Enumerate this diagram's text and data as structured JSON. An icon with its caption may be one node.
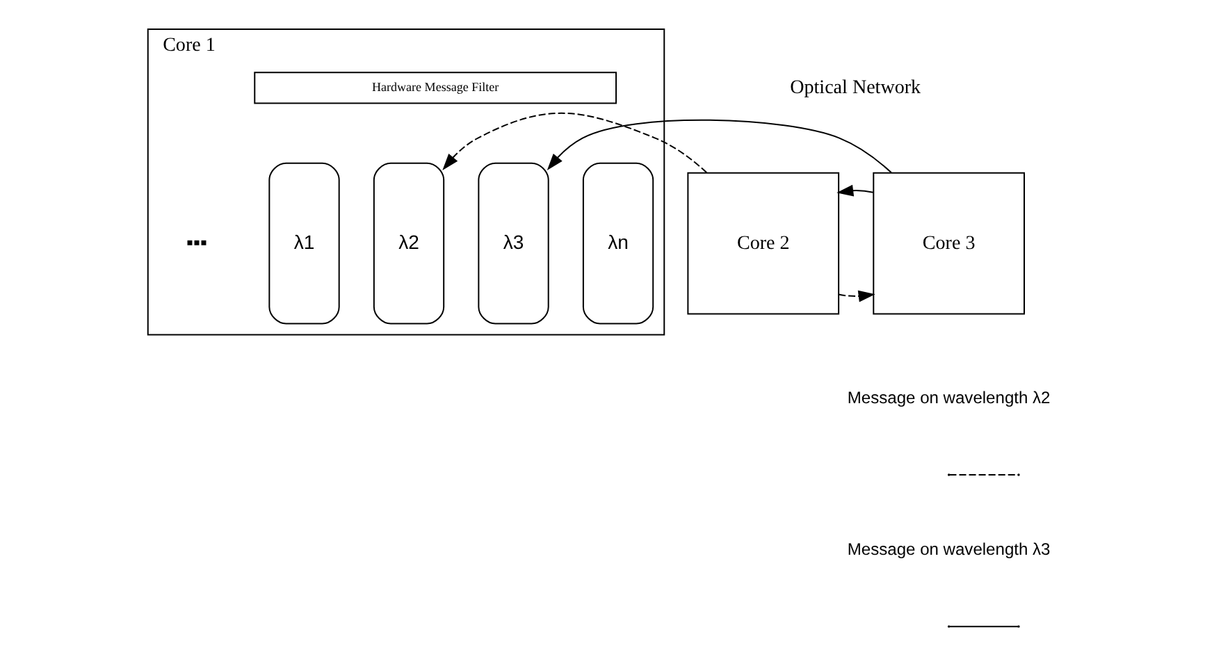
{
  "diagram": {
    "nodes": [
      {
        "text": [
          "Core 1"
        ]
      },
      {
        "text": [
          "Hardware Message Filter"
        ],
        "in": 0
      },
      {
        "text": [
          "λ1"
        ],
        "in": 0
      },
      {
        "text": [
          "λ2"
        ],
        "in": 0
      },
      {
        "text": [
          "λ3"
        ],
        "in": 0
      },
      {
        "text": [
          "λn"
        ],
        "in": 0
      },
      {
        "text": [
          "Core 2"
        ]
      },
      {
        "text": [
          "Core 3"
        ]
      }
    ],
    "edges": [
      {
        "from": 6,
        "to": 3,
        "arrow": "to",
        "style": "dashed"
      },
      {
        "from": 6,
        "to": 7,
        "arrow": "to",
        "style": "dashed"
      },
      {
        "from": 7,
        "to": 4,
        "arrow": "to"
      },
      {
        "from": 7,
        "to": 6,
        "arrow": "to"
      }
    ],
    "labels": [
      "Optical Network",
      "▪▪▪"
    ],
    "legend": [
      {
        "text": "Message on wavelength λ2"
      },
      {
        "text": "Message on wavelength λ3"
      }
    ]
  }
}
